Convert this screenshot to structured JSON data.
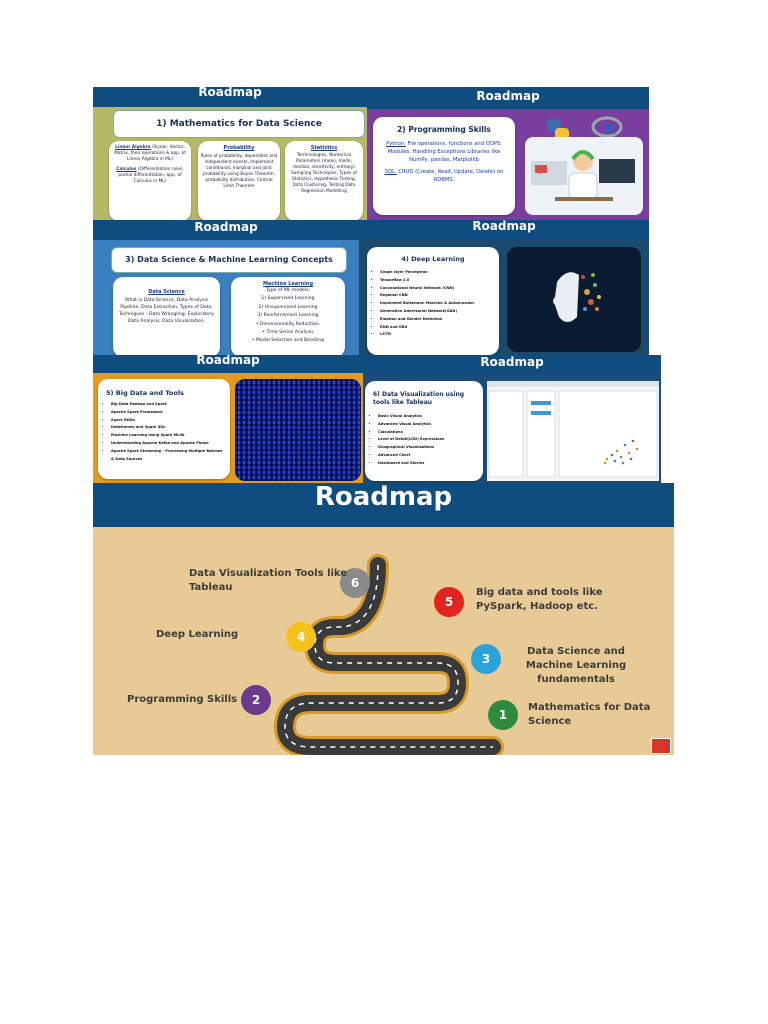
{
  "colors": {
    "banner": "#0f4d80",
    "step_1": "#2e8b3e",
    "step_2": "#6a3a8c",
    "step_3": "#29a3d9",
    "step_4": "#f4c21a",
    "step_5": "#e3231d",
    "step_6": "#8a8a8a"
  },
  "banner_title": "Roadmap",
  "panels": {
    "math": {
      "heading": "1) Mathematics for Data Science",
      "linear_algebra_title": "Linear Algebra",
      "linear_algebra_text": "(Scalar, Vector, Matrix, their operations & app. of Linear Algebra in ML)",
      "calculus_title": "Calculus",
      "calculus_text": "(Differentiation rules, partial differentiation, app. of Calculus in ML)",
      "probability_title": "Probability",
      "probability_text": "Rules of probability, dependent and independent events, Implement conditional, marginal and joint probability using Bayes Theorem, probability distribution, Central Limit Theorem",
      "statistics_title": "Statistics",
      "statistics_text": "Terminologies, Numerical Parameters (mean, mode, median, sensitivity, entropy) Sampling Techniques, Types of Statistics, Hypothesis Testing, Data Clustering, Testing Data Regression Modelling"
    },
    "programming": {
      "heading": "2) Programming Skills",
      "python_label": "Python:",
      "python_text": "File operations, functions and OOPS, Modules, Handling Exceptions Libraries like NumPy, pandas, Matplotlib",
      "sql_label": "SQL:",
      "sql_text": "CRUD (Create, Read, Update, Delete) on RDBMS."
    },
    "ds_ml": {
      "heading": "3) Data Science & Machine Learning Concepts",
      "ds_title": "Data Science",
      "ds_text": "What is Data Science, Data Analysis Pipeline, Data Extraction, Types of Data, Techniques - Data Wrangling, Exploratory Data Analysis, Data Visualization.",
      "ml_title": "Machine Learning",
      "ml_lines": [
        "Type of ML models:",
        "1) Supervised Learning",
        "2) Unsupervised Learning",
        "3) Reinforcement Learning",
        "• Dimensionality Reduction.",
        "• Time Series Analysis",
        "• Model Selection and Boosting"
      ]
    },
    "deep_learning": {
      "heading": "4) Deep Learning",
      "items": [
        "Single layer Perceptron",
        "Tensorflow 2.0",
        "Convolutional Neural Network (CNN)",
        "Regional CNN",
        "Implement Boltzmann Machine & Autoencoder",
        "Generative Adversarial Network(GAN)",
        "Emotion and Gender Detection",
        "RNN and GRU",
        "LSTM"
      ]
    },
    "big_data": {
      "heading": "5) Big Data and Tools",
      "items": [
        "Big Data Hadoop and Spark",
        "Apache Spark Framework",
        "Spark RDDs",
        "Dataframes and Spark SQL",
        "Machine Learning using Spark MLlib",
        "Understanding Apache Kafka and Apache Flume",
        "Apache Spark Streaming - Processing Multiple Batches & Data Sources"
      ]
    },
    "data_viz": {
      "heading": "6) Data Visualization using tools like Tableau",
      "items": [
        "Basic Visual Analytics",
        "Advanced Visual Analytics",
        "Calculations",
        "Level of Detail(LOD) Expressions",
        "Geographical Visualizations",
        "Advanced Chart",
        "Dashboard and Stories"
      ]
    }
  },
  "roadmap": {
    "title": "Roadmap",
    "steps": [
      {
        "num": "1",
        "label": "Mathematics for Data Science"
      },
      {
        "num": "2",
        "label": "Programming Skills"
      },
      {
        "num": "3",
        "label": "Data Science and Machine Learning fundamentals"
      },
      {
        "num": "4",
        "label": "Deep Learning"
      },
      {
        "num": "5",
        "label": "Big data and tools like PySpark, Hadoop etc."
      },
      {
        "num": "6",
        "label": "Data Visualization Tools like Tableau"
      }
    ]
  }
}
